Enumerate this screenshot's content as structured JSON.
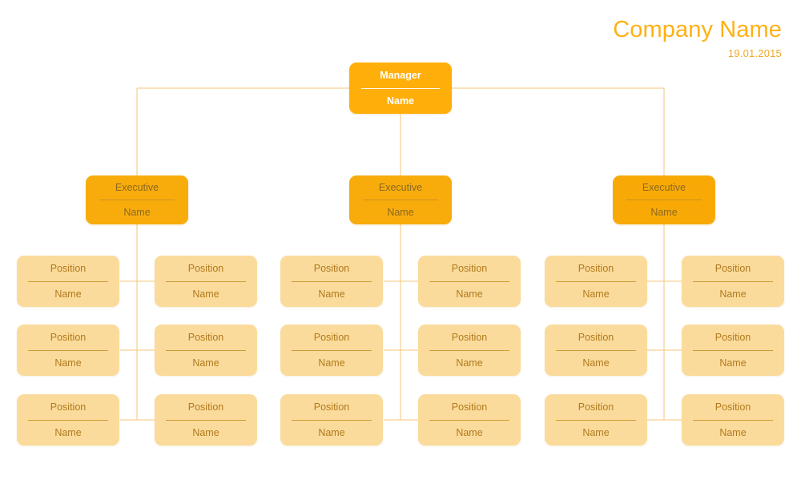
{
  "header": {
    "title": "Company Name",
    "date": "19.01.2015",
    "title_color": "#FFB114",
    "date_color": "#F0A828"
  },
  "colors": {
    "manager_fill": "#FFAE0A",
    "manager_text": "#FFFFFF",
    "executive_fill": "#F8AC0C",
    "executive_fill_bright": "#F9A906",
    "executive_text": "#8A6A20",
    "position_fill": "#FBDB9C",
    "position_text": "#B07A1C",
    "connector_line": "#F7C municipal"
  },
  "chart_data": {
    "type": "diagram",
    "diagram_type": "organizational-chart",
    "title": "Company Name",
    "levels": 3,
    "root": {
      "role": "Manager",
      "person": "Name"
    },
    "branches": [
      {
        "executive": {
          "role": "Executive",
          "person": "Name"
        },
        "reports": [
          {
            "role": "Position",
            "person": "Name"
          },
          {
            "role": "Position",
            "person": "Name"
          },
          {
            "role": "Position",
            "person": "Name"
          },
          {
            "role": "Position",
            "person": "Name"
          },
          {
            "role": "Position",
            "person": "Name"
          },
          {
            "role": "Position",
            "person": "Name"
          }
        ]
      },
      {
        "executive": {
          "role": "Executive",
          "person": "Name"
        },
        "reports": [
          {
            "role": "Position",
            "person": "Name"
          },
          {
            "role": "Position",
            "person": "Name"
          },
          {
            "role": "Position",
            "person": "Name"
          },
          {
            "role": "Position",
            "person": "Name"
          },
          {
            "role": "Position",
            "person": "Name"
          },
          {
            "role": "Position",
            "person": "Name"
          }
        ]
      },
      {
        "executive": {
          "role": "Executive",
          "person": "Name"
        },
        "reports": [
          {
            "role": "Position",
            "person": "Name"
          },
          {
            "role": "Position",
            "person": "Name"
          },
          {
            "role": "Position",
            "person": "Name"
          },
          {
            "role": "Position",
            "person": "Name"
          },
          {
            "role": "Position",
            "person": "Name"
          },
          {
            "role": "Position",
            "person": "Name"
          }
        ]
      }
    ]
  },
  "nodes": {
    "manager": {
      "role": "Manager",
      "person": "Name"
    },
    "exec1": {
      "role": "Executive",
      "person": "Name"
    },
    "exec2": {
      "role": "Executive",
      "person": "Name"
    },
    "exec3": {
      "role": "Executive",
      "person": "Name"
    },
    "g1r1L": {
      "role": "Position",
      "person": "Name"
    },
    "g1r1R": {
      "role": "Position",
      "person": "Name"
    },
    "g1r2L": {
      "role": "Position",
      "person": "Name"
    },
    "g1r2R": {
      "role": "Position",
      "person": "Name"
    },
    "g1r3L": {
      "role": "Position",
      "person": "Name"
    },
    "g1r3R": {
      "role": "Position",
      "person": "Name"
    },
    "g2r1L": {
      "role": "Position",
      "person": "Name"
    },
    "g2r1R": {
      "role": "Position",
      "person": "Name"
    },
    "g2r2L": {
      "role": "Position",
      "person": "Name"
    },
    "g2r2R": {
      "role": "Position",
      "person": "Name"
    },
    "g2r3L": {
      "role": "Position",
      "person": "Name"
    },
    "g2r3R": {
      "role": "Position",
      "person": "Name"
    },
    "g3r1L": {
      "role": "Position",
      "person": "Name"
    },
    "g3r1R": {
      "role": "Position",
      "person": "Name"
    },
    "g3r2L": {
      "role": "Position",
      "person": "Name"
    },
    "g3r2R": {
      "role": "Position",
      "person": "Name"
    },
    "g3r3L": {
      "role": "Position",
      "person": "Name"
    },
    "g3r3R": {
      "role": "Position",
      "person": "Name"
    }
  }
}
